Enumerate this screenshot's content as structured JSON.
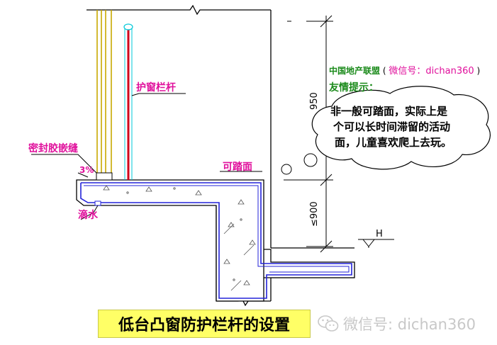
{
  "labels": {
    "window_rail": "护窗栏杆",
    "sealant": "密封胶嵌缝",
    "slope": "3%",
    "drip": "滴水",
    "walkable_surface": "可踏面",
    "dim_upper": "950",
    "dim_lower": "≤900",
    "elevation_mark": "H"
  },
  "tip": {
    "source": "中国地产联盟",
    "wechat_prefix": "(",
    "wechat_label": "微信号：dichan360",
    "wechat_suffix": ")",
    "title": "友情提示：",
    "bubble_lines": [
      "非一般可踏面，实际上是",
      "个可以长时间滞留的活动",
      "面，儿童喜欢爬上去玩。"
    ]
  },
  "caption": "低台凸窗防护栏杆的设置",
  "watermark": "微信号: dichan360",
  "colors": {
    "magenta": "#e0109c",
    "rail_red": "#d0021b",
    "cyan": "#00c8d8",
    "blue_outline": "#2323d8",
    "gold": "#c8a800",
    "green": "#1a8a1a",
    "caption_bg": "#ffff66"
  },
  "icons": [
    "wechat-logo-icon",
    "elevation-marker-icon",
    "break-line-icon"
  ]
}
